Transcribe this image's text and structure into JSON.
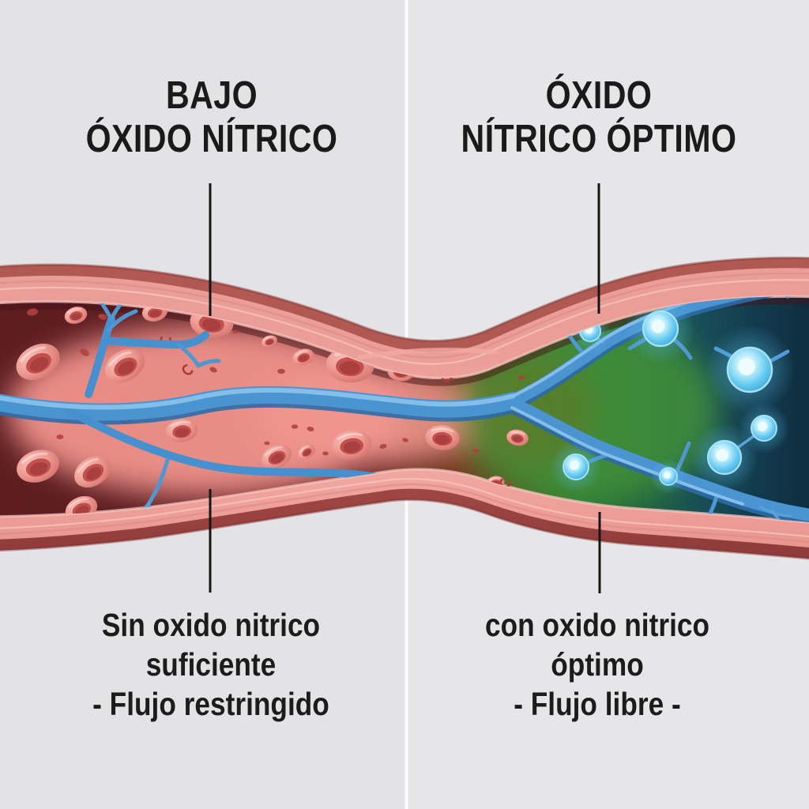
{
  "panels": {
    "left": {
      "title_line1": "BAJO",
      "title_line2": "ÓXIDO NÍTRICO",
      "caption_line1": "Sin oxido nitrico",
      "caption_line2": "suficiente",
      "caption_line3": "- Flujo restringido"
    },
    "right": {
      "title_line1": "ÓXIDO",
      "title_line2": "NÍTRICO ÓPTIMO",
      "caption_line1": "con oxido nitrico",
      "caption_line2": "óptimo",
      "caption_line3": "- Flujo libre -"
    }
  },
  "colors": {
    "background": "#e4e3e5",
    "panel_divider": "#fbfbfb",
    "vessel_outer_red": "#a84b48",
    "vessel_wall_pink": "#f1a7a1",
    "lumen_dark_red": "#5a1c20",
    "glow_pink": "#f0928b",
    "blood_cell_red": "#e08078",
    "nerve_blue": "#4a94d2",
    "nitric_oxide_green": "#3f8f3a",
    "deep_teal": "#0f2c3d",
    "orb_cyan": "#62c7ef",
    "text": "#1a1a1a",
    "leader_line": "#161616"
  }
}
